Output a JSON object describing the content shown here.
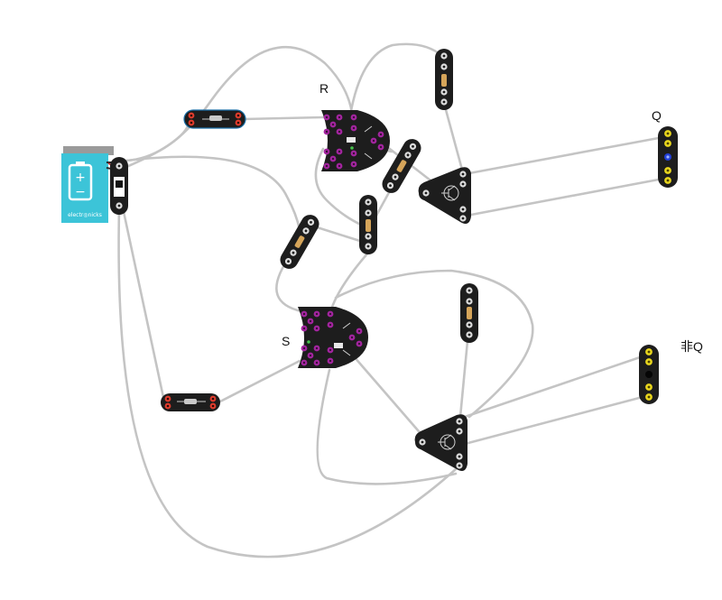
{
  "labels": {
    "r": "R",
    "s": "S",
    "q": "Q",
    "not_q": "非Q"
  },
  "battery": {
    "brand": "electr◎nicks",
    "plus": "+",
    "minus": "−"
  },
  "colors": {
    "wire": "#c4c4c4",
    "board": "#1d1d1d",
    "battery": "#3cc4d8",
    "gate_pad": "#a3259f",
    "resistor_pad": "#e03c2d",
    "output_pad": "#e8d61e",
    "led": "#2240d8"
  }
}
